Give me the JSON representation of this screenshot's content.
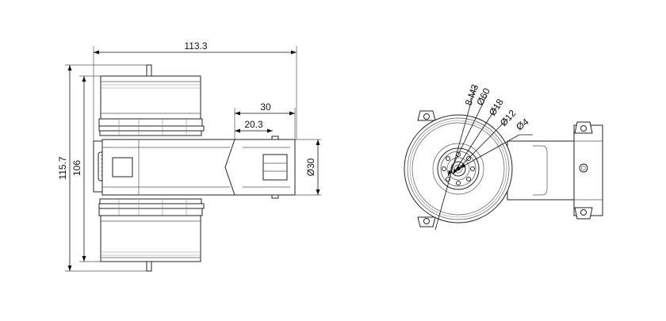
{
  "drawing": {
    "side_view": {
      "dimensions": {
        "overall_width": "113.3",
        "arm_length": "30",
        "arm_inner_length": "20.3",
        "overall_height": "115.7",
        "motor_height": "106",
        "arm_diameter": "Ø30"
      }
    },
    "front_view": {
      "callouts": {
        "screw_holes": "8-M3",
        "bolt_circle": "Ø60",
        "bore_18": "Ø18",
        "bore_12": "Ø12",
        "bore_4": "Ø4"
      }
    }
  }
}
